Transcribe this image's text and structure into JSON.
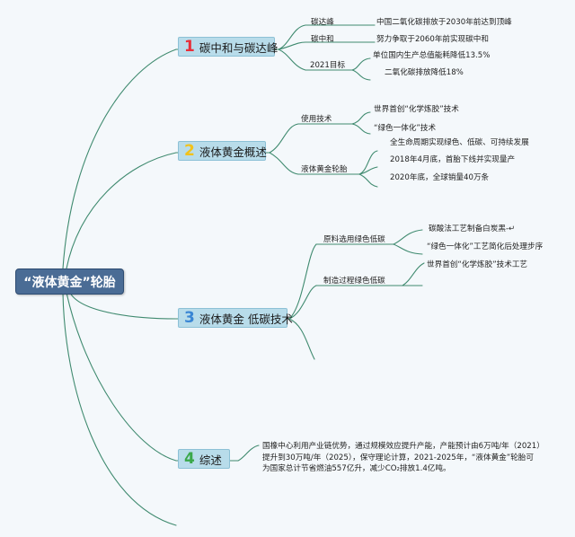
{
  "root": {
    "label": "“液体黄金”轮胎"
  },
  "branches": [
    {
      "num": "1",
      "num_color": "#e8303a",
      "title": "碳中和与碳达峰",
      "items": [
        {
          "label": "碳达峰",
          "children": [
            "中国二氧化碳排放于2030年前达到顶峰"
          ]
        },
        {
          "label": "碳中和",
          "children": [
            "努力争取于2060年前实现碳中和"
          ]
        },
        {
          "label": "2021目标",
          "children": [
            "单位国内生产总值能耗降低13.5%",
            "二氧化碳排放降低18%"
          ]
        }
      ]
    },
    {
      "num": "2",
      "num_color": "#f2c21b",
      "title": "液体黄金概述",
      "items": [
        {
          "label": "使用技术",
          "children": [
            "世界首创“化学炼胶”技术",
            "“绿色一体化”技术"
          ]
        },
        {
          "label": "液体黄金轮胎",
          "children": [
            "全生命周期实现绿色、低碳、可持续发展",
            "2018年4月底，首胎下线并实现量产",
            "2020年底，全球销量40万条"
          ]
        }
      ]
    },
    {
      "num": "3",
      "num_color": "#3a86d4",
      "title": "液体黄金 低碳技术",
      "items": [
        {
          "label": "原料选用绿色低碳",
          "children": [
            "碳酸法工艺制备白炭黑-↵",
            "“绿色一体化”工艺简化后处理步序"
          ]
        },
        {
          "label": "制造过程绿色低碳",
          "children": [
            "世界首创“化学炼胶”技术工艺"
          ]
        }
      ]
    },
    {
      "num": "4",
      "num_color": "#3aa84a",
      "title": "综述",
      "summary": "国橡中心利用产业链优势，通过规模效应提升产能，产能预计由6万吨/年（2021）提升到30万吨/年（2025），保守理论计算，2021-2025年，“液体黄金”轮胎可为国家总计节省燃油557亿升，减少CO₂排放1.4亿吨。"
    }
  ],
  "colors": {
    "line": "#3f8a6f",
    "topic_bg": "#b8dcea",
    "root_bg": "#4a6c95"
  }
}
